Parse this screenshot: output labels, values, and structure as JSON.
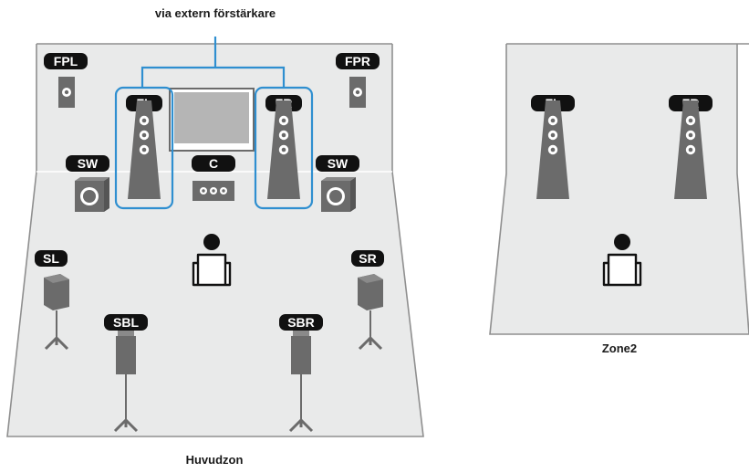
{
  "captions": {
    "external_amp": "via extern förstärkare",
    "main_zone": "Huvudzon",
    "zone2": "Zone2"
  },
  "labels": {
    "fpl": "FPL",
    "fpr": "FPR",
    "fl": "FL",
    "fr": "FR",
    "sw_left": "SW",
    "sw_right": "SW",
    "c": "C",
    "sl": "SL",
    "sr": "SR",
    "sbl": "SBL",
    "sbr": "SBR",
    "z2_fl": "FL",
    "z2_fr": "FR"
  },
  "colors": {
    "room_fill": "#e9eaea",
    "room_line": "#8f8f8f",
    "label_bg": "#111111",
    "speaker": "#6b6b6b",
    "highlight": "#2f8fd0",
    "tv": "#b5b5b5"
  }
}
